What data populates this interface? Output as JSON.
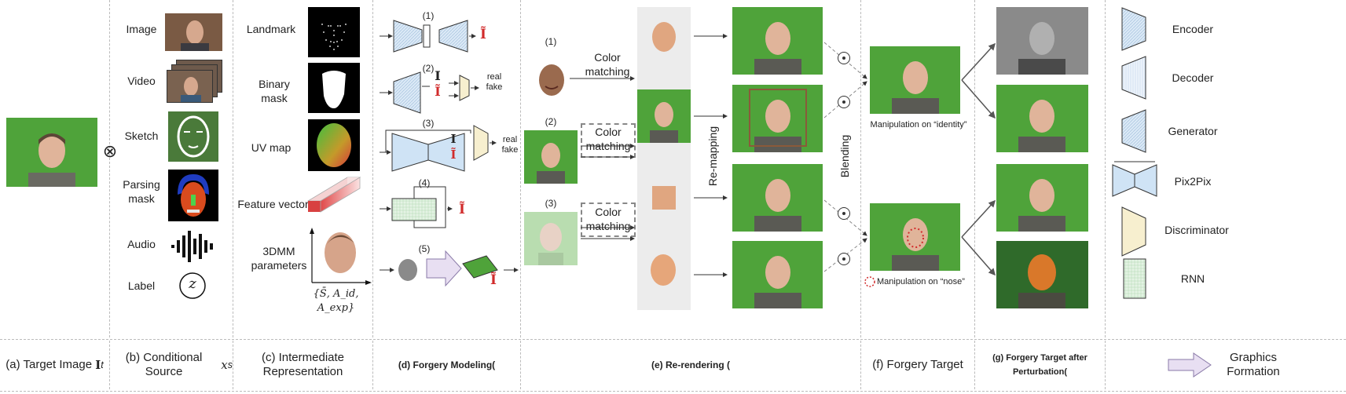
{
  "captions": {
    "a": "(a) Target Image",
    "a_sym": "I",
    "a_sub": "t",
    "b": "(b) Conditional Source",
    "b_sym": "x",
    "b_sub": "s",
    "c": "(c) Intermediate Representation",
    "d": "(d) Forgery Modeling(",
    "e": "(e) Re-rendering (",
    "f": "(f) Forgery Target",
    "g": "(g) Forgery Target after Perturbation(",
    "h": "Graphics Formation"
  },
  "panel_b": {
    "otimes": "⊗",
    "items": [
      "Image",
      "Video",
      "Sketch",
      "Parsing mask",
      "Audio",
      "Label"
    ],
    "label_symbol": "z"
  },
  "panel_c": {
    "items": [
      "Landmark",
      "Binary mask",
      "UV map",
      "Feature vector",
      "3DMM parameters"
    ],
    "params_text": "{S̄, A_id, A_exp}"
  },
  "panel_d": {
    "indices": [
      "(1)",
      "(2)",
      "(3)",
      "(4)",
      "(5)"
    ],
    "real_fake": "real fake",
    "out_sym": "Ĩ"
  },
  "panel_e": {
    "indices": [
      "(1)",
      "(2)",
      "(3)"
    ],
    "color_matching": "Color matching",
    "remapping": "Re-mapping",
    "blending": "Blending"
  },
  "panel_f": {
    "identity": "Manipulation on “identity”",
    "nose": "Manipulation on “nose”"
  },
  "legend": [
    "Encoder",
    "Decoder",
    "Generator",
    "Pix2Pix",
    "Discriminator",
    "RNN"
  ],
  "colors": {
    "green_screen": "#4fa33a",
    "red_accent": "#d12b2b",
    "encoder_fill": "#dbe9f6",
    "disc_fill": "#f7efcf",
    "rnn_fill": "#e4f3e4",
    "graphics_arrow": "#e8dff2"
  }
}
